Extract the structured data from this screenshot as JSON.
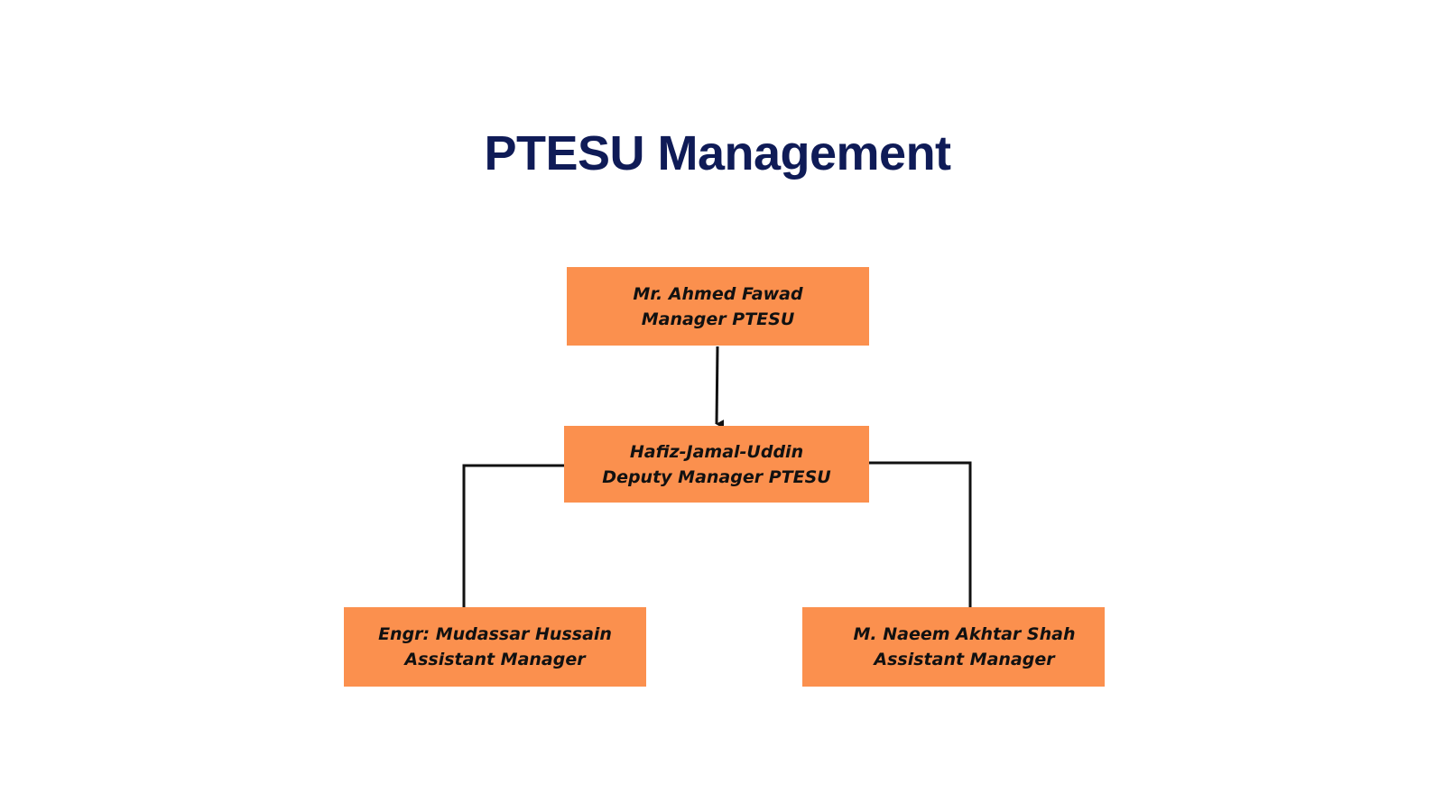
{
  "title": "PTESU Management",
  "colors": {
    "title": "#0f1b57",
    "box_fill": "#fb904e",
    "box_text": "#111111",
    "connector": "#111111"
  },
  "nodes": {
    "manager": {
      "name": "Mr. Ahmed Fawad",
      "role": "Manager PTESU"
    },
    "deputy": {
      "name": "Hafiz-Jamal-Uddin",
      "role": "Deputy Manager PTESU"
    },
    "assistant_1": {
      "name": "Engr: Mudassar Hussain",
      "role": "Assistant Manager"
    },
    "assistant_2": {
      "name": "M. Naeem Akhtar Shah",
      "role": "Assistant Manager"
    }
  }
}
